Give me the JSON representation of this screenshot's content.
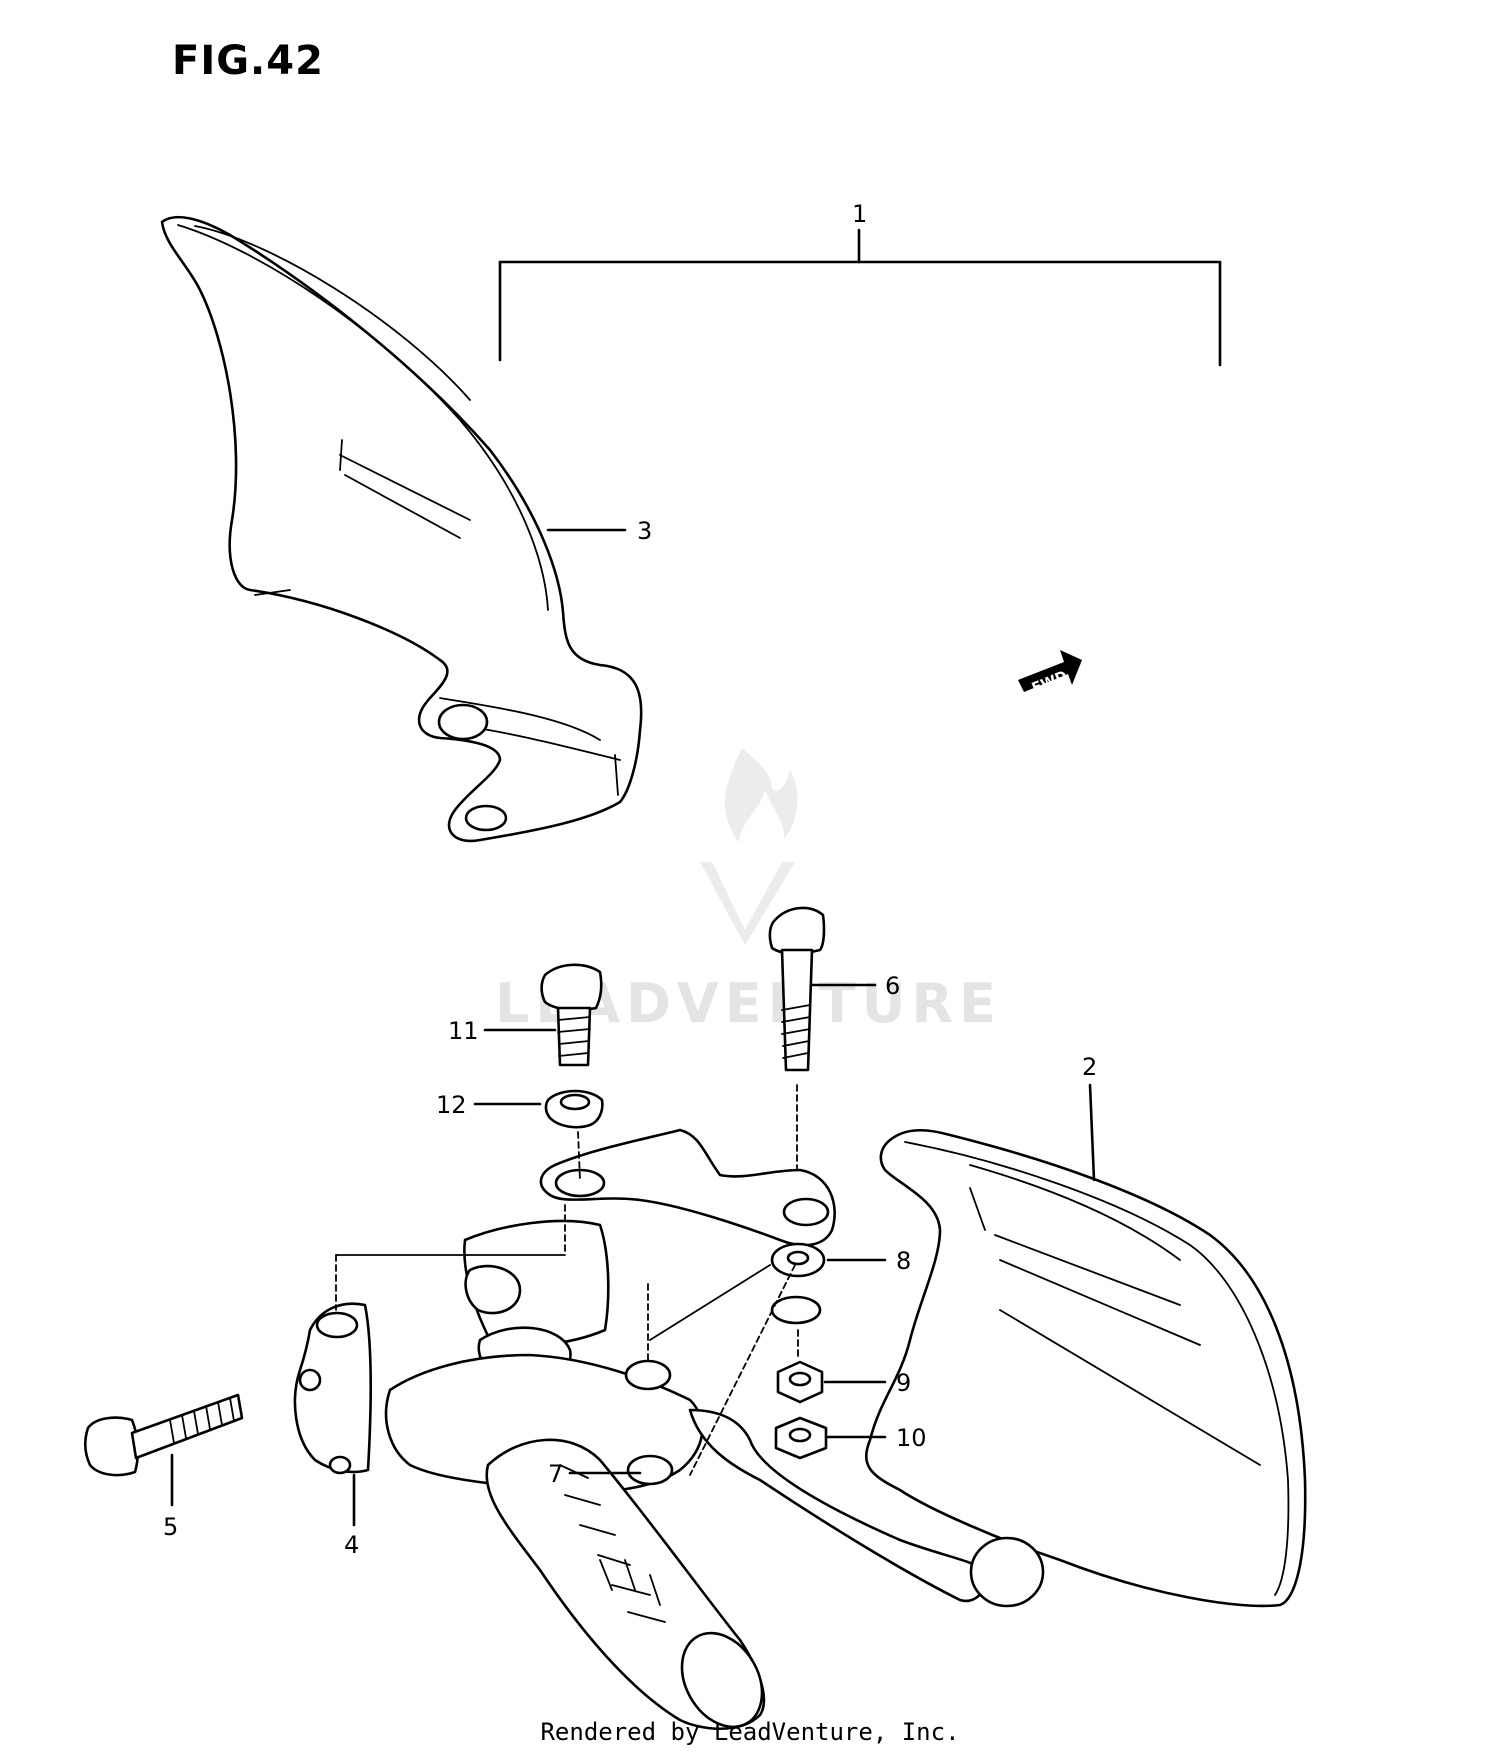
{
  "figure": {
    "title": "FIG.42"
  },
  "fwd_arrow_label": "FWD",
  "watermark": "LEADVENTURE",
  "callouts": [
    {
      "id": "1",
      "label": "1"
    },
    {
      "id": "2",
      "label": "2"
    },
    {
      "id": "3",
      "label": "3"
    },
    {
      "id": "4",
      "label": "4"
    },
    {
      "id": "5",
      "label": "5"
    },
    {
      "id": "6",
      "label": "6"
    },
    {
      "id": "7",
      "label": "7"
    },
    {
      "id": "8",
      "label": "8"
    },
    {
      "id": "9",
      "label": "9"
    },
    {
      "id": "10",
      "label": "10"
    },
    {
      "id": "11",
      "label": "11"
    },
    {
      "id": "12",
      "label": "12"
    }
  ],
  "footer": "Rendered by LeadVenture, Inc."
}
